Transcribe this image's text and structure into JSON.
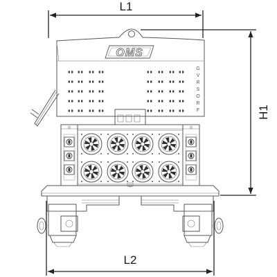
{
  "drawing": {
    "brand_logo": "OMS",
    "side_letters": [
      "G",
      "V",
      "R",
      "S",
      "O",
      "R",
      "F"
    ],
    "dimensions": {
      "l1": "L1",
      "l2": "L2",
      "h1": "H1"
    }
  },
  "colors": {
    "line": "#555555",
    "dimension": "#222222",
    "background": "#ffffff"
  }
}
